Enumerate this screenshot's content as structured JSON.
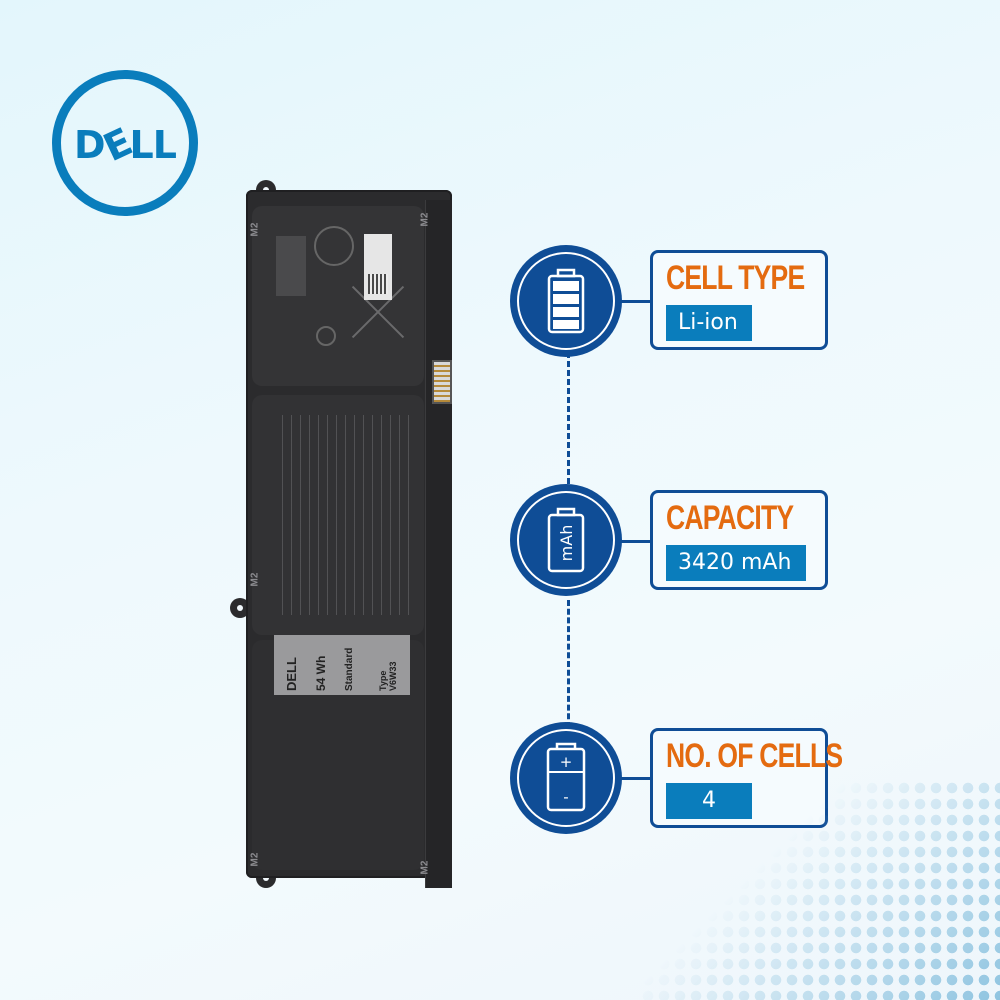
{
  "brand": {
    "logo_text": "DELL",
    "logo_color": "#0a7dbc"
  },
  "product": {
    "battery_label": {
      "brand": "DELL",
      "capacity": "54 Wh",
      "grade": "Standard",
      "type": "Type V6W33"
    },
    "mount_marks": [
      "M2",
      "M2",
      "M2",
      "M2",
      "M2"
    ]
  },
  "features": [
    {
      "icon": "battery-full-icon",
      "title": "CELL TYPE",
      "value": "Li-ion"
    },
    {
      "icon": "battery-mah-icon",
      "icon_text": "mAh",
      "title": "CAPACITY",
      "value": "3420 mAh"
    },
    {
      "icon": "battery-cell-icon",
      "icon_plus": "+",
      "icon_minus": "-",
      "title": "NO. OF CELLS",
      "value": "4"
    }
  ],
  "colors": {
    "navy": "#0f4d96",
    "orange": "#e46b10",
    "value_bg": "#0a7dbc",
    "background": "#eaf7fc"
  }
}
